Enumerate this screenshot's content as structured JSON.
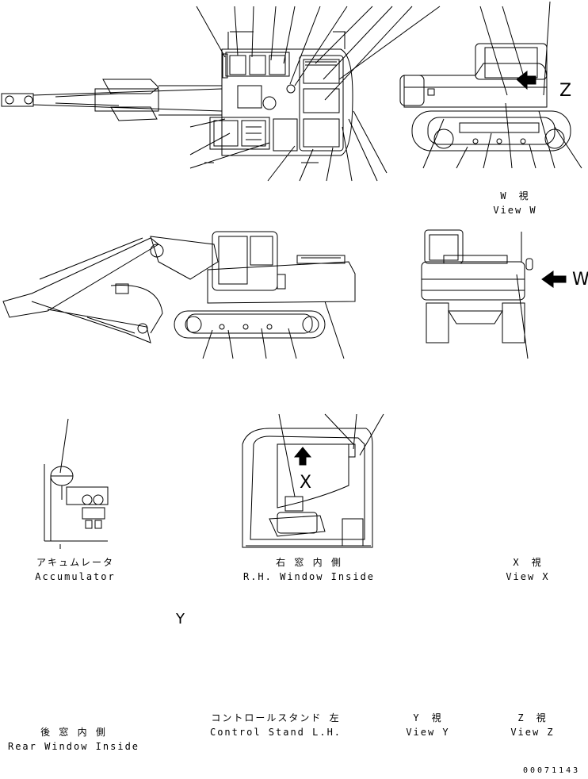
{
  "captions": {
    "view_w_jp": "W　視",
    "view_w_en": "View W",
    "accumulator_jp": "アキュムレータ",
    "accumulator_en": "Accumulator",
    "rh_window_jp": "右 窓 内 側",
    "rh_window_en": "R.H. Window Inside",
    "view_x_jp": "X　視",
    "view_x_en": "View X",
    "rear_window_jp": "後 窓 内 側",
    "rear_window_en": "Rear Window Inside",
    "control_stand_jp": "コントロールスタンド 左",
    "control_stand_en": "Control Stand L.H.",
    "view_y_jp": "Y　視",
    "view_y_en": "View Y",
    "view_z_jp": "Z　視",
    "view_z_en": "View Z"
  },
  "view_letters": {
    "w": "W",
    "x": "X",
    "y": "Y",
    "z": "Z"
  },
  "drawing_number": "00071143",
  "icons": [
    "arrow-w-icon",
    "arrow-x-icon",
    "arrow-y-icon"
  ]
}
